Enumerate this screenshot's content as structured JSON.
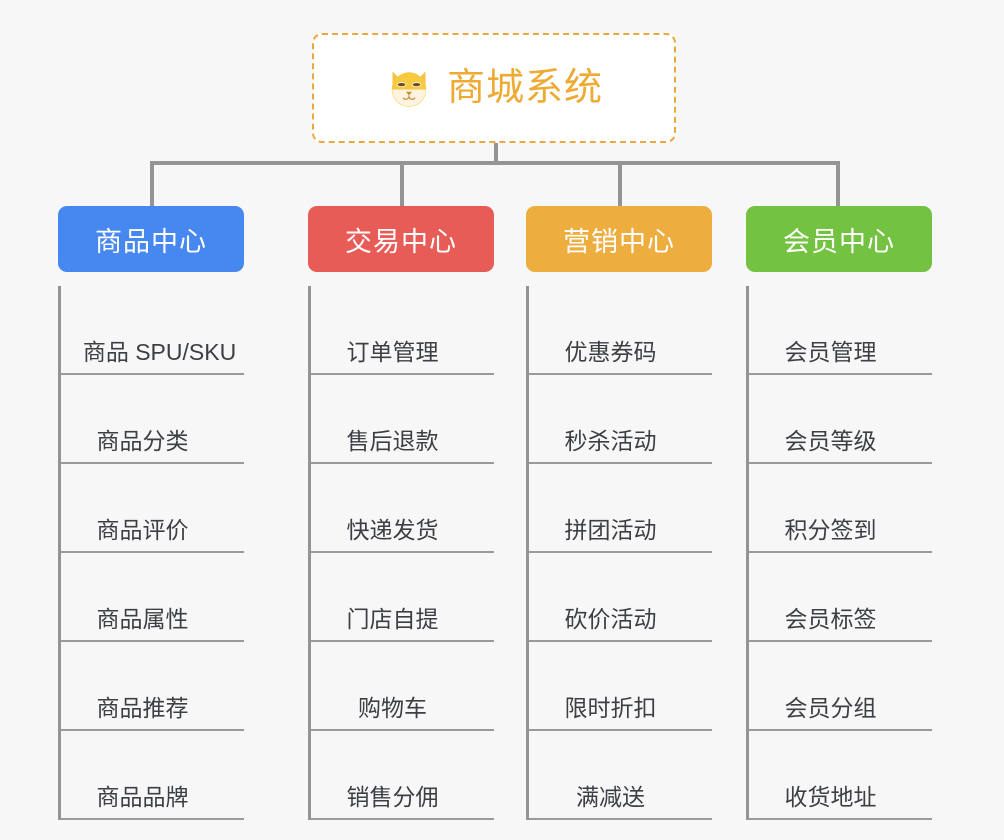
{
  "page": {
    "background_color": "#f7f7f7",
    "type": "mindmap"
  },
  "root": {
    "title": "商城系统",
    "icon": "shiba-dog-face-icon",
    "text_color": "#eeaa33",
    "border_color": "#eaa93c",
    "background_color": "#ffffff"
  },
  "connector_color": "#949494",
  "branches": [
    {
      "title": "商品中心",
      "color": "#4788f0",
      "items": [
        {
          "label": "商品 SPU/SKU",
          "width": "wide"
        },
        {
          "label": "商品分类",
          "width": "short"
        },
        {
          "label": "商品评价",
          "width": "short"
        },
        {
          "label": "商品属性",
          "width": "short"
        },
        {
          "label": "商品推荐",
          "width": "short"
        },
        {
          "label": "商品品牌",
          "width": "short"
        }
      ]
    },
    {
      "title": "交易中心",
      "color": "#e85c57",
      "items": [
        {
          "label": "订单管理",
          "width": "short"
        },
        {
          "label": "售后退款",
          "width": "short"
        },
        {
          "label": "快递发货",
          "width": "short"
        },
        {
          "label": "门店自提",
          "width": "short"
        },
        {
          "label": "购物车",
          "width": "short"
        },
        {
          "label": "销售分佣",
          "width": "short"
        }
      ]
    },
    {
      "title": "营销中心",
      "color": "#eead3f",
      "items": [
        {
          "label": "优惠券码",
          "width": "short"
        },
        {
          "label": "秒杀活动",
          "width": "short"
        },
        {
          "label": "拼团活动",
          "width": "short"
        },
        {
          "label": "砍价活动",
          "width": "short"
        },
        {
          "label": "限时折扣",
          "width": "short"
        },
        {
          "label": "满减送",
          "width": "short"
        }
      ]
    },
    {
      "title": "会员中心",
      "color": "#73c242",
      "items": [
        {
          "label": "会员管理",
          "width": "short"
        },
        {
          "label": "会员等级",
          "width": "short"
        },
        {
          "label": "积分签到",
          "width": "short"
        },
        {
          "label": "会员标签",
          "width": "short"
        },
        {
          "label": "会员分组",
          "width": "short"
        },
        {
          "label": "收货地址",
          "width": "short"
        }
      ]
    }
  ]
}
